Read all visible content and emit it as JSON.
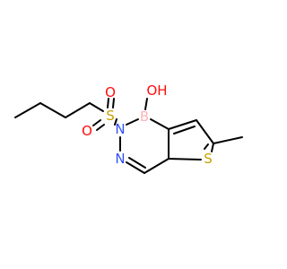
{
  "molecule": {
    "atoms": {
      "o_h": {
        "label": "OH",
        "color": "#ff0d0d"
      },
      "b": {
        "label": "B",
        "color": "#ffb5b5"
      },
      "n1": {
        "label": "N",
        "color": "#3050f8"
      },
      "n2": {
        "label": "N",
        "color": "#3050f8"
      },
      "s_sulfonyl": {
        "label": "S",
        "color": "#c8a000"
      },
      "s_thiophene": {
        "label": "S",
        "color": "#c8a000"
      },
      "o_top": {
        "label": "O",
        "color": "#ff0d0d"
      },
      "o_bottom": {
        "label": "O",
        "color": "#ff0d0d"
      }
    },
    "bond_color": "#000000"
  }
}
